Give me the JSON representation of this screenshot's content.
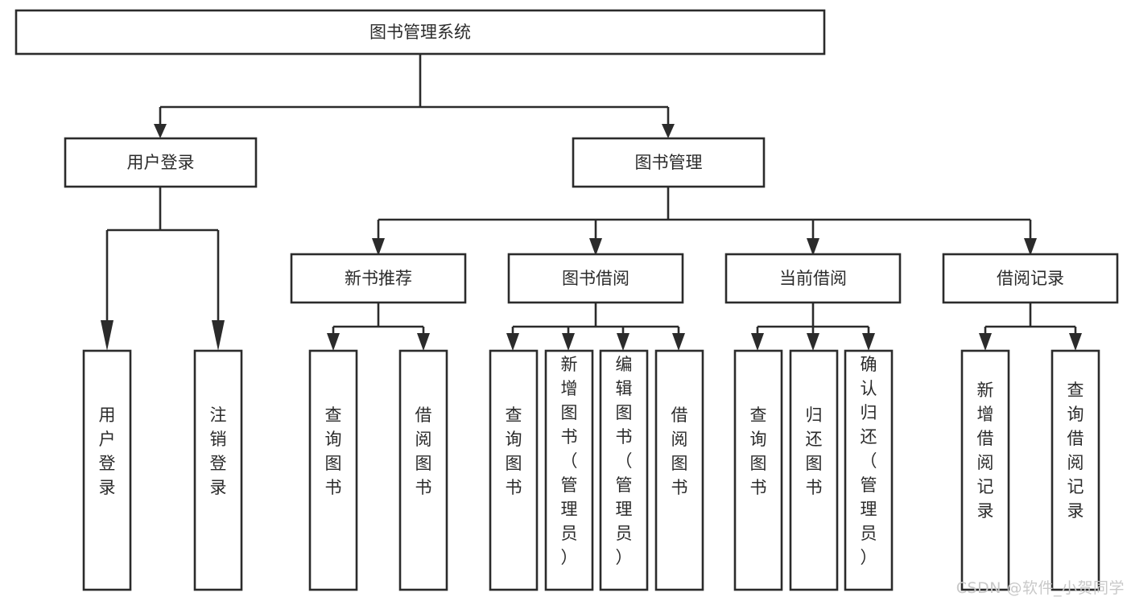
{
  "diagram": {
    "type": "tree-hierarchy-flowchart",
    "orientation": "top-down",
    "title": "图书管理系统",
    "style": {
      "box_stroke": "#2b2b2b",
      "box_fill": "#ffffff",
      "background": "#ffffff",
      "text_color": "#2b2b2b"
    },
    "root": {
      "label": "图书管理系统"
    },
    "level2": [
      {
        "label": "用户登录"
      },
      {
        "label": "图书管理"
      }
    ],
    "level3": [
      {
        "label": "新书推荐"
      },
      {
        "label": "图书借阅"
      },
      {
        "label": "当前借阅"
      },
      {
        "label": "借阅记录"
      }
    ],
    "leaves": {
      "user_login": [
        {
          "label": "用户登录"
        },
        {
          "label": "注销登录"
        }
      ],
      "new_book_recommend": [
        {
          "label": "查询图书"
        },
        {
          "label": "借阅图书"
        }
      ],
      "book_borrow": [
        {
          "label": "查询图书"
        },
        {
          "label": "新增图书（管理员）"
        },
        {
          "label": "编辑图书（管理员）"
        },
        {
          "label": "借阅图书"
        }
      ],
      "current_borrow": [
        {
          "label": "查询图书"
        },
        {
          "label": "归还图书"
        },
        {
          "label": "确认归还（管理员）"
        }
      ],
      "borrow_record": [
        {
          "label": "新增借阅记录"
        },
        {
          "label": "查询借阅记录"
        }
      ]
    }
  },
  "watermark": {
    "text": "CSDN @软件_小贺同学"
  }
}
